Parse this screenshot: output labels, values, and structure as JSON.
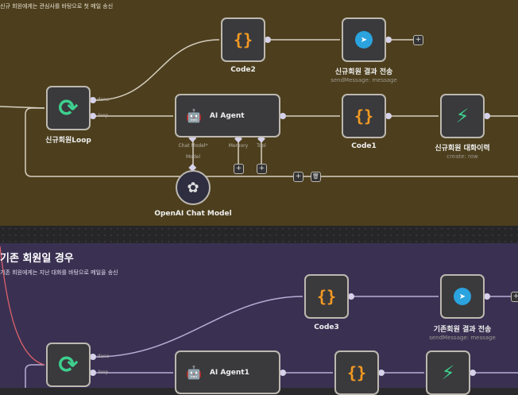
{
  "colors": {
    "new_member_section": "#4d3f1d",
    "existing_member_section": "#3a3152",
    "code": "#f49a22",
    "telegram": "#2aa3de",
    "loop": "#3ecf8e",
    "supabase": "#3ecf8e",
    "error_wire": "#d9606a"
  },
  "new_section": {
    "subtitle": "신규 회원에게는 관심사를 바탕으로 첫 메일 송신",
    "nodes": {
      "loop": {
        "label": "신규회원Loop",
        "out_done": "done",
        "out_loop": "loop"
      },
      "code2": {
        "label": "Code2"
      },
      "telegram": {
        "label": "신규회원 결과 전송",
        "sub": "sendMessage: message"
      },
      "agent": {
        "label": "AI Agent",
        "chat_model": "Chat Model*",
        "memory": "Memory",
        "tool": "Tool"
      },
      "code1": {
        "label": "Code1"
      },
      "supabase": {
        "label": "신규회원 대화이력",
        "sub": "create: row"
      },
      "openai": {
        "label": "OpenAI Chat Model",
        "in": "Model"
      }
    }
  },
  "existing_section": {
    "title": "기존 회원일 경우",
    "subtitle": "기존 회원에게는 지난 대화를 바탕으로 메일을 송신",
    "nodes": {
      "loop": {
        "out_done": "done",
        "out_loop": "loop"
      },
      "code3": {
        "label": "Code3"
      },
      "telegram": {
        "label": "기존회원 결과 전송",
        "sub": "sendMessage: message"
      },
      "agent": {
        "label": "AI Agent1"
      }
    }
  },
  "buttons": {
    "add": "+",
    "delete": "🗑"
  }
}
